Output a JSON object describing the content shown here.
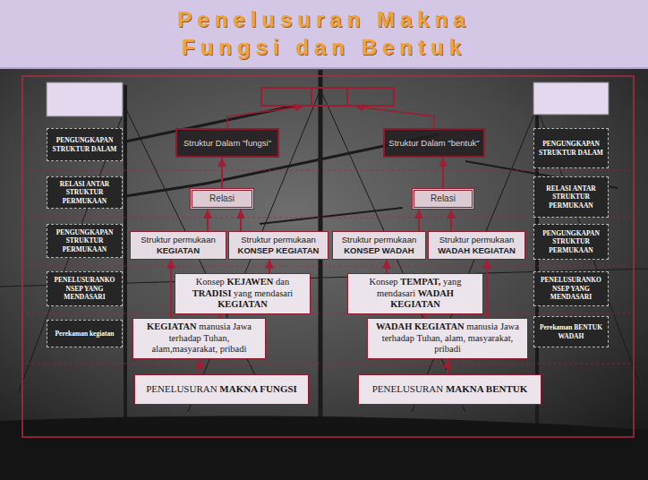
{
  "diagram": {
    "title": "Penelusuran Makna Fungsi dan Bentuk",
    "nodes": [
      {
        "text": [
          "PENGUNGKAPAN STRUKTUR DALAM"
        ]
      },
      {
        "text": [
          "Struktur Dalam \"fungsi\""
        ]
      },
      {
        "text": [
          "Struktur Dalam \"bentuk\""
        ]
      },
      {
        "text": [
          "PENGUNGKAPAN STRUKTUR DALAM"
        ]
      },
      {
        "text": [
          "RELASI ANTAR STRUKTUR PERMUKAAN"
        ]
      },
      {
        "text": [
          "Relasi"
        ]
      },
      {
        "text": [
          "Relasi"
        ]
      },
      {
        "text": [
          "RELASI ANTAR STRUKTUR PERMUKAAN"
        ]
      },
      {
        "text": [
          "PENGUNGKAPAN STRUKTUR PERMUKAAN"
        ]
      },
      {
        "text": [
          "Struktur permukaan KEGIATAN"
        ]
      },
      {
        "text": [
          "Struktur permukaan KONSEP KEGIATAN"
        ]
      },
      {
        "text": [
          "Struktur permukaan KONSEP WADAH"
        ]
      },
      {
        "text": [
          "Struktur permukaan WADAH KEGIATAN"
        ]
      },
      {
        "text": [
          "PENGUNGKAPAN STRUKTUR PERMUKAAN"
        ]
      },
      {
        "text": [
          "PENELUSURANKO NSEP YANG MENDASARI"
        ]
      },
      {
        "text": [
          "Konsep KEJAWEN dan TRADISI yang mendasari KEGIATAN"
        ]
      },
      {
        "text": [
          "Konsep TEMPAT, yang mendasari WADAH KEGIATAN"
        ]
      },
      {
        "text": [
          "PENELUSURANKO NSEP YANG MENDASARI"
        ]
      },
      {
        "text": [
          "Perekaman kegiatan"
        ]
      },
      {
        "text": [
          "KEGIATAN manusia Jawa terhadap Tuhan, alam,masyarakat, pribadi"
        ]
      },
      {
        "text": [
          "WADAH KEGIATAN manusia Jawa terhadap Tuhan, alam, masyarakat, pribadi"
        ]
      },
      {
        "text": [
          "Perekaman BENTUK WADAH"
        ]
      },
      {
        "text": [
          "PENELUSURAN MAKNA FUNGSI"
        ]
      },
      {
        "text": [
          "PENELUSURAN MAKNA BENTUK"
        ]
      }
    ],
    "edges": [
      {
        "from": 22,
        "to": 19,
        "arrow": "to"
      },
      {
        "from": 19,
        "to": 15,
        "arrow": "to"
      },
      {
        "from": 19,
        "to": 9,
        "arrow": "to"
      },
      {
        "from": 15,
        "to": 10,
        "arrow": "to"
      },
      {
        "from": 9,
        "to": 5,
        "arrow": "to"
      },
      {
        "from": 10,
        "to": 5,
        "arrow": "to"
      },
      {
        "from": 5,
        "to": 1,
        "arrow": "to"
      },
      {
        "from": 23,
        "to": 20,
        "arrow": "to"
      },
      {
        "from": 20,
        "to": 16,
        "arrow": "to"
      },
      {
        "from": 20,
        "to": 12,
        "arrow": "to"
      },
      {
        "from": 16,
        "to": 11,
        "arrow": "to"
      },
      {
        "from": 11,
        "to": 6,
        "arrow": "to"
      },
      {
        "from": 12,
        "to": 6,
        "arrow": "to"
      },
      {
        "from": 6,
        "to": 2,
        "arrow": "to"
      }
    ]
  }
}
